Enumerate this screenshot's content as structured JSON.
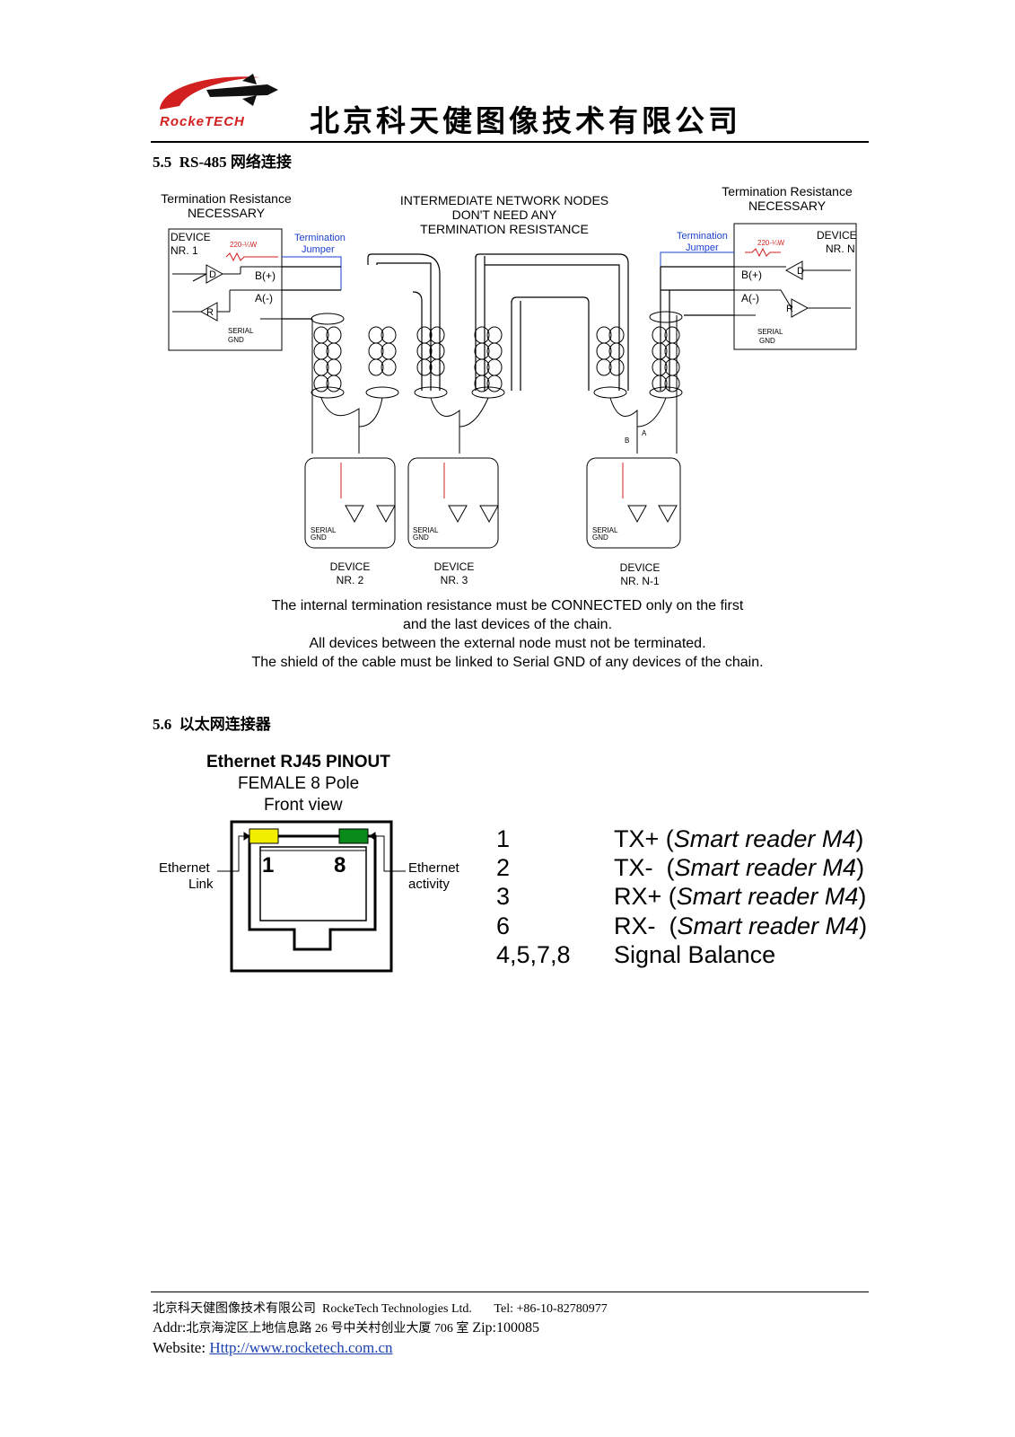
{
  "header": {
    "logo_text": "RockeTECH",
    "company_name_cn": "北京科天健图像技术有限公司"
  },
  "section_5_5": {
    "number": "5.5",
    "title": "RS-485 网络连接",
    "diagram": {
      "left_heading_1": "Termination Resistance",
      "left_heading_2": "NECESSARY",
      "center_heading_1": "INTERMEDIATE NETWORK NODES",
      "center_heading_2": "DON'T NEED ANY",
      "center_heading_3": "TERMINATION RESISTANCE",
      "right_heading_1": "Termination Resistance",
      "right_heading_2": "NECESSARY",
      "device_word": "DEVICE",
      "device_1_nr": "NR. 1",
      "device_n_nr": "NR. N",
      "device_2_nr": "NR. 2",
      "device_3_nr": "NR. 3",
      "device_n1_nr": "NR. N-1",
      "resistor": "220-¼W",
      "termination": "Termination",
      "jumper": "Jumper",
      "b_plus": "B(+)",
      "a_minus": "A(-)",
      "d": "D",
      "r": "R",
      "a": "A",
      "b": "B",
      "serial": "SERIAL",
      "gnd": "GND"
    },
    "notes": [
      "The internal termination resistance must be CONNECTED only on the first",
      "and the last devices of the chain.",
      "All devices between the external node must not be terminated.",
      "The shield of the cable must be linked to Serial GND of any devices of the chain."
    ]
  },
  "section_5_6": {
    "number": "5.6",
    "title": "以太网连接器",
    "rj45": {
      "title": "Ethernet RJ45 PINOUT",
      "subtitle_1": "FEMALE  8 Pole",
      "subtitle_2": "Front view",
      "left_label_1": "Ethernet",
      "left_label_2": "Link",
      "right_label_1": "Ethernet",
      "right_label_2": "activity",
      "pin_left": "1",
      "pin_right": "8",
      "led_link_color": "#f2ee00",
      "led_activity_color": "#0a8a1a"
    },
    "pinout": [
      {
        "pin": "1",
        "signal": "TX+",
        "detail": "Smart reader M4",
        "sep": " ("
      },
      {
        "pin": "2",
        "signal": "TX-",
        "detail": "Smart reader M4",
        "sep": "  ("
      },
      {
        "pin": "3",
        "signal": "RX+",
        "detail": "Smart reader M4",
        "sep": " ("
      },
      {
        "pin": "6",
        "signal": "RX-",
        "detail": "Smart reader M4",
        "sep": "  ("
      },
      {
        "pin": "4,5,7,8",
        "signal": "Signal Balance",
        "detail": "",
        "sep": ""
      }
    ]
  },
  "footer": {
    "company_cn": "北京科天健图像技术有限公司",
    "company_en": "RockeTech Technologies Ltd.",
    "tel": "Tel: +86-10-82780977",
    "addr_label": "Addr:",
    "addr": "北京海淀区上地信息路 26 号中关村创业大厦 706 室",
    "zip": "Zip:100085",
    "website_label": "Website:",
    "website_url": "Http://www.rocketech.com.cn"
  }
}
